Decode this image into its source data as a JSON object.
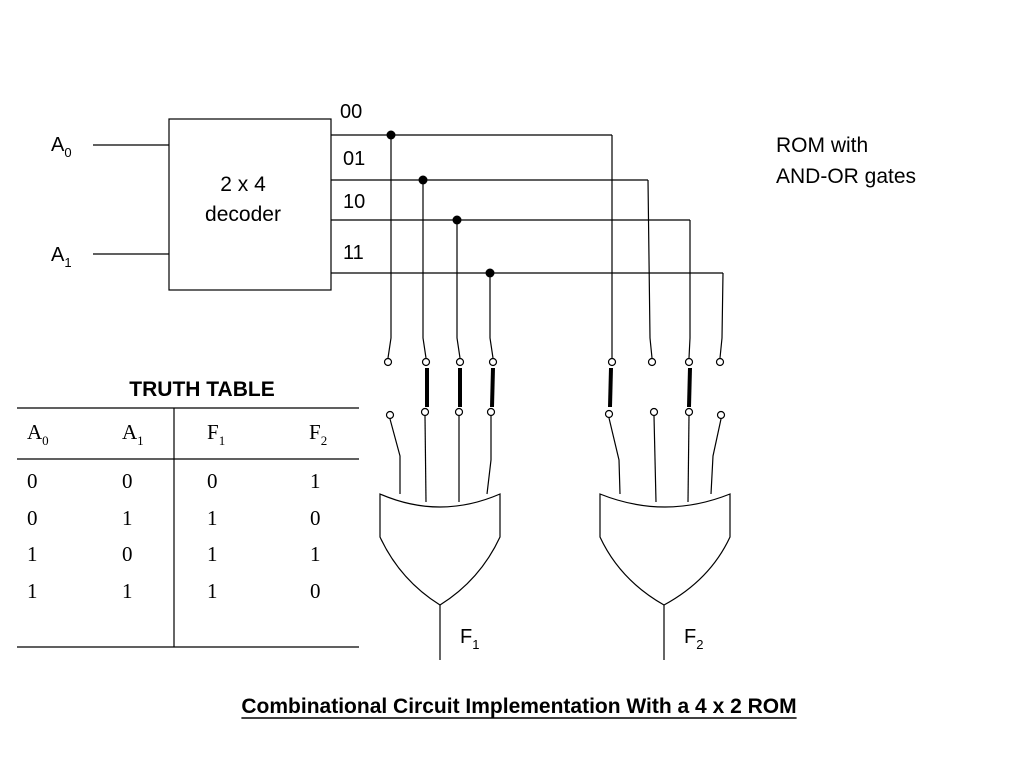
{
  "decoder": {
    "line1": "2 x 4",
    "line2": "decoder",
    "inputs": [
      {
        "base": "A",
        "sub": "0"
      },
      {
        "base": "A",
        "sub": "1"
      }
    ],
    "outputs": [
      "00",
      "01",
      "10",
      "11"
    ]
  },
  "note": {
    "line1": "ROM with",
    "line2": "AND-OR gates"
  },
  "gates": [
    {
      "base": "F",
      "sub": "1"
    },
    {
      "base": "F",
      "sub": "2"
    }
  ],
  "truth_table": {
    "title": "TRUTH TABLE",
    "headers": [
      {
        "base": "A",
        "sub": "0"
      },
      {
        "base": "A",
        "sub": "1"
      },
      {
        "base": "F",
        "sub": "1"
      },
      {
        "base": "F",
        "sub": "2"
      }
    ],
    "rows": [
      [
        "0",
        "0",
        "0",
        "1"
      ],
      [
        "0",
        "1",
        "1",
        "0"
      ],
      [
        "1",
        "0",
        "1",
        "1"
      ],
      [
        "1",
        "1",
        "1",
        "0"
      ]
    ]
  },
  "caption": "Combinational Circuit Implementation With a 4 x 2 ROM"
}
